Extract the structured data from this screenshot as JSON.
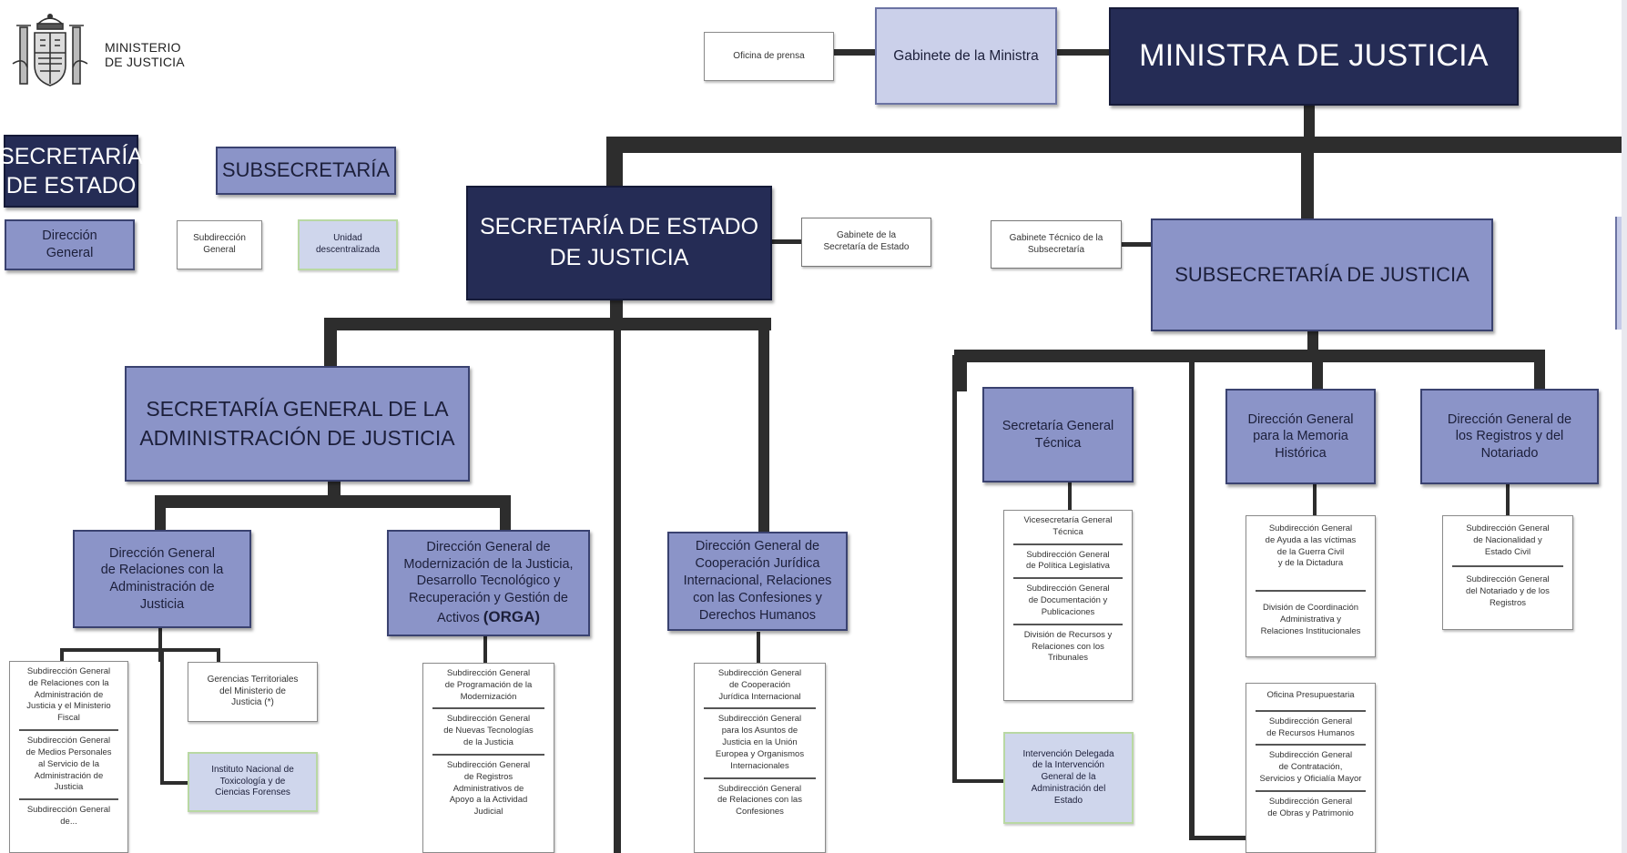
{
  "logo": {
    "line1": "MINISTERIO",
    "line2": "DE JUSTICIA"
  },
  "legend": {
    "secretaria_estado": "SECRETARÍA\nDE ESTADO",
    "subsecretaria": "SUBSECRETARÍA",
    "direccion_general": "Dirección\nGeneral",
    "subdireccion_general": "Subdirección\nGeneral",
    "unidad_descentralizada": "Unidad\ndescentralizada"
  },
  "top": {
    "oficina_prensa": "Oficina de prensa",
    "gabinete_ministra": "Gabinete de la Ministra",
    "ministra": "MINISTRA DE JUSTICIA"
  },
  "sej": {
    "title": "SECRETARÍA DE ESTADO\nDE JUSTICIA",
    "gabinete": "Gabinete de la\nSecretaría de Estado"
  },
  "sgaj": {
    "title": "SECRETARÍA GENERAL DE LA\nADMINISTRACIÓN DE JUSTICIA"
  },
  "dg_relaciones": {
    "title": "Dirección General\nde Relaciones con la\nAdministración de\nJusticia",
    "subs": [
      "Subdirección General\nde Relaciones con la\nAdministración de\nJusticia y el Ministerio\nFiscal",
      "Subdirección General\nde Medios Personales\nal Servicio de la\nAdministración de\nJusticia",
      "Subdirección General\nde..."
    ],
    "gerencias": "Gerencias Territoriales\ndel Ministerio de\nJusticia (*)",
    "instituto": "Instituto Nacional de\nToxicología y de\nCiencias Forenses"
  },
  "dg_modernizacion": {
    "title_main": "Dirección General de\nModernización de la Justicia,\nDesarrollo Tecnológico y\nRecuperación y Gestión de\nActivos ",
    "title_bold": "(ORGA)",
    "subs": [
      "Subdirección General\nde Programación de la\nModernización",
      "Subdirección General\nde Nuevas Tecnologías\nde la Justicia",
      "Subdirección General\nde Registros\nAdministrativos de\nApoyo a la Actividad\nJudicial"
    ]
  },
  "dg_cooperacion": {
    "title": "Dirección General de\nCooperación Jurídica\nInternacional, Relaciones\ncon las Confesiones y\nDerechos Humanos",
    "subs": [
      "Subdirección General\nde Cooperación\nJurídica Internacional",
      "Subdirección General\npara los Asuntos de\nJusticia en la Unión\nEuropea y Organismos\nInternacionales",
      "Subdirección General\nde Relaciones con las\nConfesiones"
    ]
  },
  "subsecretaria": {
    "title": "SUBSECRETARÍA DE JUSTICIA",
    "gabinete": "Gabinete Técnico de la\nSubsecretaría"
  },
  "sg_tecnica": {
    "title": "Secretaría General\nTécnica",
    "subs": [
      "Vicesecretaría General\nTécnica",
      "Subdirección General\nde Política Legislativa",
      "Subdirección General\nde Documentación y\nPublicaciones",
      "División de Recursos y\nRelaciones con los\nTribunales"
    ]
  },
  "intervencion": "Intervención Delegada\nde la Intervención\nGeneral de la\nAdministración del\nEstado",
  "dg_memoria": {
    "title": "Dirección General\npara la Memoria\nHistórica",
    "subs": [
      "Subdirección General\nde Ayuda a las víctimas\nde la Guerra Civil\ny de la Dictadura",
      "División de Coordinación\nAdministrativa y\nRelaciones Institucionales"
    ]
  },
  "subsec_units": [
    "Oficina Presupuestaria",
    "Subdirección General\nde Recursos Humanos",
    "Subdirección General\nde Contratación,\nServicios y Oficialía Mayor",
    "Subdirección General\nde Obras y Patrimonio"
  ],
  "dg_registros": {
    "title": "Dirección General de\nlos Registros y del\nNotariado",
    "subs": [
      "Subdirección General\nde Nacionalidad y\nEstado Civil",
      "Subdirección General\ndel Notariado y de los\nRegistros"
    ]
  }
}
